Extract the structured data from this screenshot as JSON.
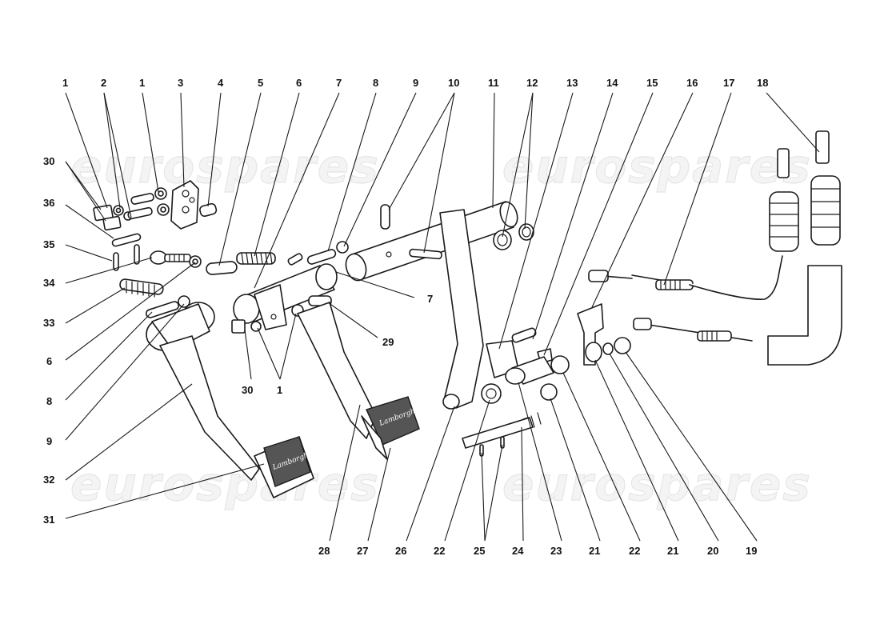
{
  "watermark": {
    "text": "eurospares"
  },
  "pedal_labels": {
    "brand": "Lamborghini"
  },
  "callouts": [
    {
      "id": "c-top-1a",
      "label": "1"
    },
    {
      "id": "c-top-2",
      "label": "2"
    },
    {
      "id": "c-top-1b",
      "label": "1"
    },
    {
      "id": "c-top-3",
      "label": "3"
    },
    {
      "id": "c-top-4",
      "label": "4"
    },
    {
      "id": "c-top-5",
      "label": "5"
    },
    {
      "id": "c-top-6",
      "label": "6"
    },
    {
      "id": "c-top-7",
      "label": "7"
    },
    {
      "id": "c-top-8",
      "label": "8"
    },
    {
      "id": "c-top-9",
      "label": "9"
    },
    {
      "id": "c-top-10",
      "label": "10"
    },
    {
      "id": "c-top-11",
      "label": "11"
    },
    {
      "id": "c-top-12",
      "label": "12"
    },
    {
      "id": "c-top-13",
      "label": "13"
    },
    {
      "id": "c-top-14",
      "label": "14"
    },
    {
      "id": "c-top-15",
      "label": "15"
    },
    {
      "id": "c-top-16",
      "label": "16"
    },
    {
      "id": "c-top-17",
      "label": "17"
    },
    {
      "id": "c-top-18",
      "label": "18"
    },
    {
      "id": "c-left-30",
      "label": "30"
    },
    {
      "id": "c-left-36",
      "label": "36"
    },
    {
      "id": "c-left-35",
      "label": "35"
    },
    {
      "id": "c-left-34",
      "label": "34"
    },
    {
      "id": "c-left-33",
      "label": "33"
    },
    {
      "id": "c-left-6",
      "label": "6"
    },
    {
      "id": "c-left-8",
      "label": "8"
    },
    {
      "id": "c-left-9",
      "label": "9"
    },
    {
      "id": "c-left-32",
      "label": "32"
    },
    {
      "id": "c-left-31",
      "label": "31"
    },
    {
      "id": "c-mid-7",
      "label": "7"
    },
    {
      "id": "c-mid-29",
      "label": "29"
    },
    {
      "id": "c-mid-30",
      "label": "30"
    },
    {
      "id": "c-mid-1",
      "label": "1"
    },
    {
      "id": "c-bot-28",
      "label": "28"
    },
    {
      "id": "c-bot-27",
      "label": "27"
    },
    {
      "id": "c-bot-26",
      "label": "26"
    },
    {
      "id": "c-bot-22a",
      "label": "22"
    },
    {
      "id": "c-bot-25",
      "label": "25"
    },
    {
      "id": "c-bot-24",
      "label": "24"
    },
    {
      "id": "c-bot-23",
      "label": "23"
    },
    {
      "id": "c-bot-21a",
      "label": "21"
    },
    {
      "id": "c-bot-22b",
      "label": "22"
    },
    {
      "id": "c-bot-21b",
      "label": "21"
    },
    {
      "id": "c-bot-20",
      "label": "20"
    },
    {
      "id": "c-bot-19",
      "label": "19"
    }
  ]
}
